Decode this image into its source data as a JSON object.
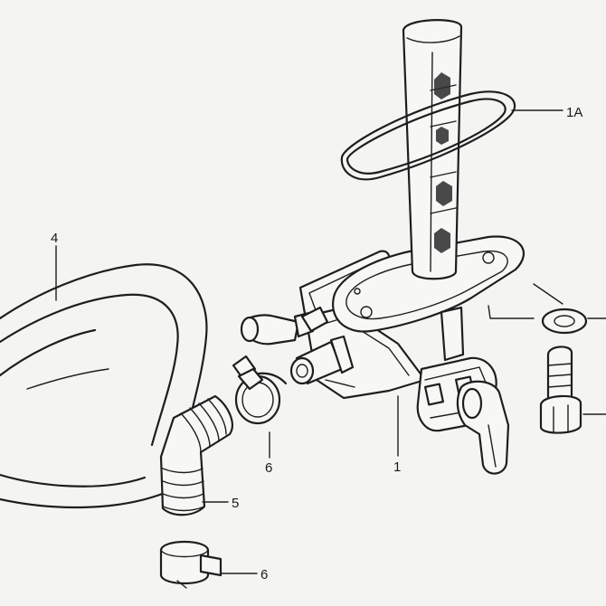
{
  "callouts": {
    "c1a": "1A",
    "c4": "4",
    "c6a": "6",
    "c5": "5",
    "c6b": "6",
    "c1": "1"
  },
  "colors": {
    "background": "#f4f4f2",
    "ink": "#1e1e1e"
  }
}
